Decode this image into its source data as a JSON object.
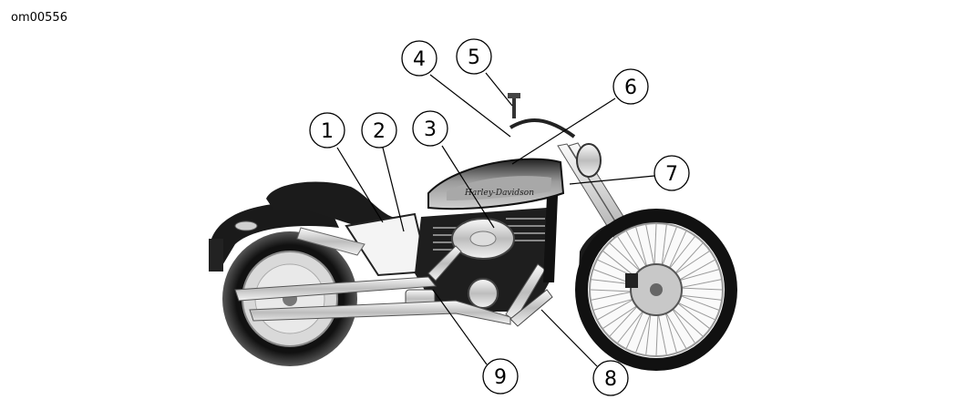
{
  "figure_id": "om00556",
  "callouts": [
    {
      "number": "1",
      "label": ""
    },
    {
      "number": "2",
      "label": ""
    },
    {
      "number": "3",
      "label": ""
    },
    {
      "number": "4",
      "label": ""
    },
    {
      "number": "5",
      "label": ""
    },
    {
      "number": "6",
      "label": ""
    },
    {
      "number": "7",
      "label": ""
    },
    {
      "number": "8",
      "label": ""
    },
    {
      "number": "9",
      "label": ""
    }
  ],
  "tank_script": "Harley-Davidson"
}
